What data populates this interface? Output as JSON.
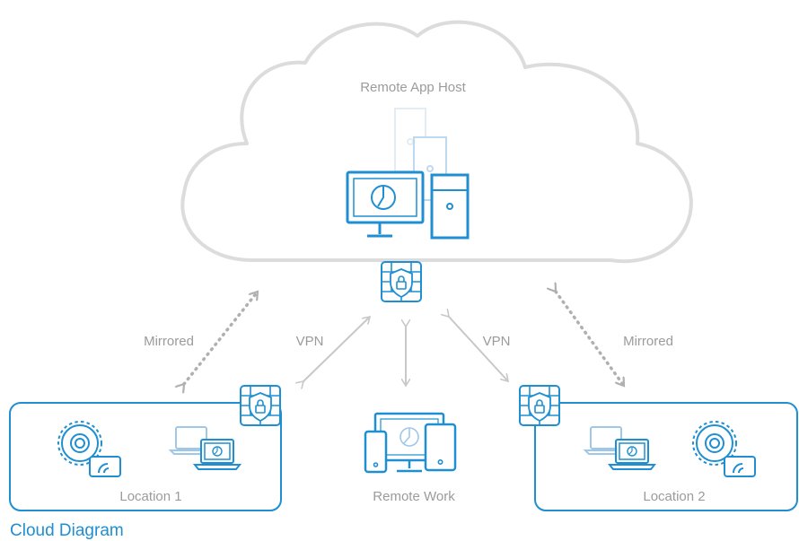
{
  "diagram": {
    "title": "Cloud Diagram",
    "cloud": {
      "label": "Remote App Host"
    },
    "connections": {
      "left_mirror": "Mirrored",
      "left_vpn": "VPN",
      "right_vpn": "VPN",
      "right_mirror": "Mirrored"
    },
    "locations": [
      {
        "label": "Location 1"
      },
      {
        "label": "Location 2"
      }
    ],
    "remote": {
      "label": "Remote Work"
    }
  },
  "colors": {
    "accent_blue": "#1f8fd2",
    "light_blue": "#9fc8e8",
    "line_gray": "#c8c8c8",
    "dot_gray": "#b0b0b0",
    "text_gray": "#9b9b9b"
  }
}
